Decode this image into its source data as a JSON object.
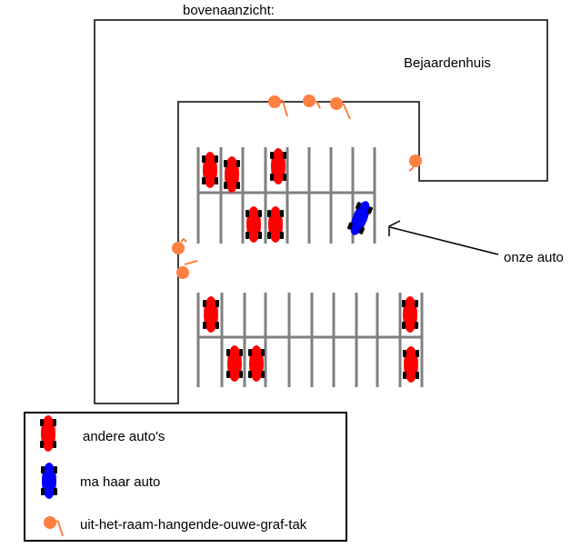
{
  "title": "bovenaanzicht:",
  "building_label": "Bejaardenhuis",
  "pointer_label": "onze auto",
  "colors": {
    "other_car": "#ff0000",
    "our_car": "#0000ff",
    "branch": "#ff8040",
    "parking_lines": "#808080",
    "outline": "#000000"
  },
  "legend": {
    "items": [
      {
        "label": "andere auto's",
        "symbol": "red-car"
      },
      {
        "label": "ma haar auto",
        "symbol": "blue-car"
      },
      {
        "label": "uit-het-raam-hangende-ouwe-graf-tak",
        "symbol": "branch"
      }
    ]
  },
  "parking": {
    "upper_lot": {
      "slots_per_row": 8,
      "other_cars": 5,
      "our_car": 1
    },
    "lower_lot": {
      "slots_per_row": 10,
      "other_cars": 5
    }
  },
  "branch_count": 6
}
